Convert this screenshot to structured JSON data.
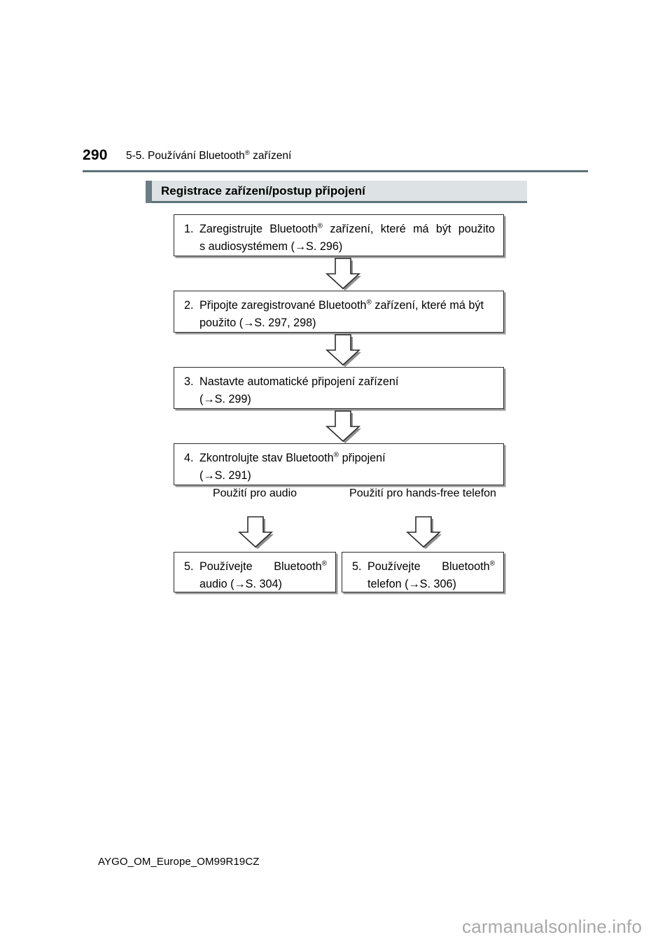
{
  "page": {
    "number": "290",
    "chapter_prefix": "5-5. Používání Bluetooth",
    "chapter_suffix": " zařízení",
    "registered_mark": "®"
  },
  "section": {
    "title": "Registrace zařízení/postup připojení",
    "accent_color": "#6b7d84",
    "band_color": "#dde3e4",
    "rule_color": "#5e7179"
  },
  "flow": {
    "steps": [
      {
        "id": "step-1",
        "number": "1.",
        "line1_a": "Zaregistrujte",
        "line1_b": "Bluetooth",
        "line1_c": "zařízení,",
        "line1_d": "které",
        "line1_e": "má",
        "line1_f": "být",
        "line1_g": "použito",
        "line2": "s audiosystémem (→S. 296)",
        "reference": "S. 296"
      },
      {
        "id": "step-2",
        "number": "2.",
        "line1": "Připojte zaregistrované Bluetooth",
        "line1_tail": " zařízení, které má být",
        "line2": "použito (→S. 297, 298)",
        "reference": "S. 297, 298"
      },
      {
        "id": "step-3",
        "number": "3.",
        "line1": "Nastavte automatické připojení zařízení",
        "line2": "(→S. 299)",
        "reference": "S. 299"
      },
      {
        "id": "step-4",
        "number": "4.",
        "line1": "Zkontrolujte stav Bluetooth",
        "line1_tail": " připojení",
        "line2": "(→S. 291)",
        "reference": "S. 291"
      }
    ],
    "branches": [
      {
        "id": "branch-audio",
        "label": "Použití pro audio",
        "step": {
          "number": "5.",
          "line1_a": "Používejte",
          "line1_b": "Bluetooth",
          "line2": "audio (→S. 304)",
          "reference": "S. 304"
        }
      },
      {
        "id": "branch-phone",
        "label": "Použití pro hands-free telefon",
        "step": {
          "number": "5.",
          "line1_a": "Používejte",
          "line1_b": "Bluetooth",
          "line2": "telefon (→S. 306)",
          "reference": "S. 306"
        }
      }
    ],
    "arrow_count": 5,
    "arrow_fill": "#ffffff",
    "arrow_stroke": "#2b2b2b",
    "arrow_shadow": "#8f8f8f"
  },
  "footer": {
    "document_code": "AYGO_OM_Europe_OM99R19CZ",
    "watermark": "carmanualsonline.info"
  }
}
